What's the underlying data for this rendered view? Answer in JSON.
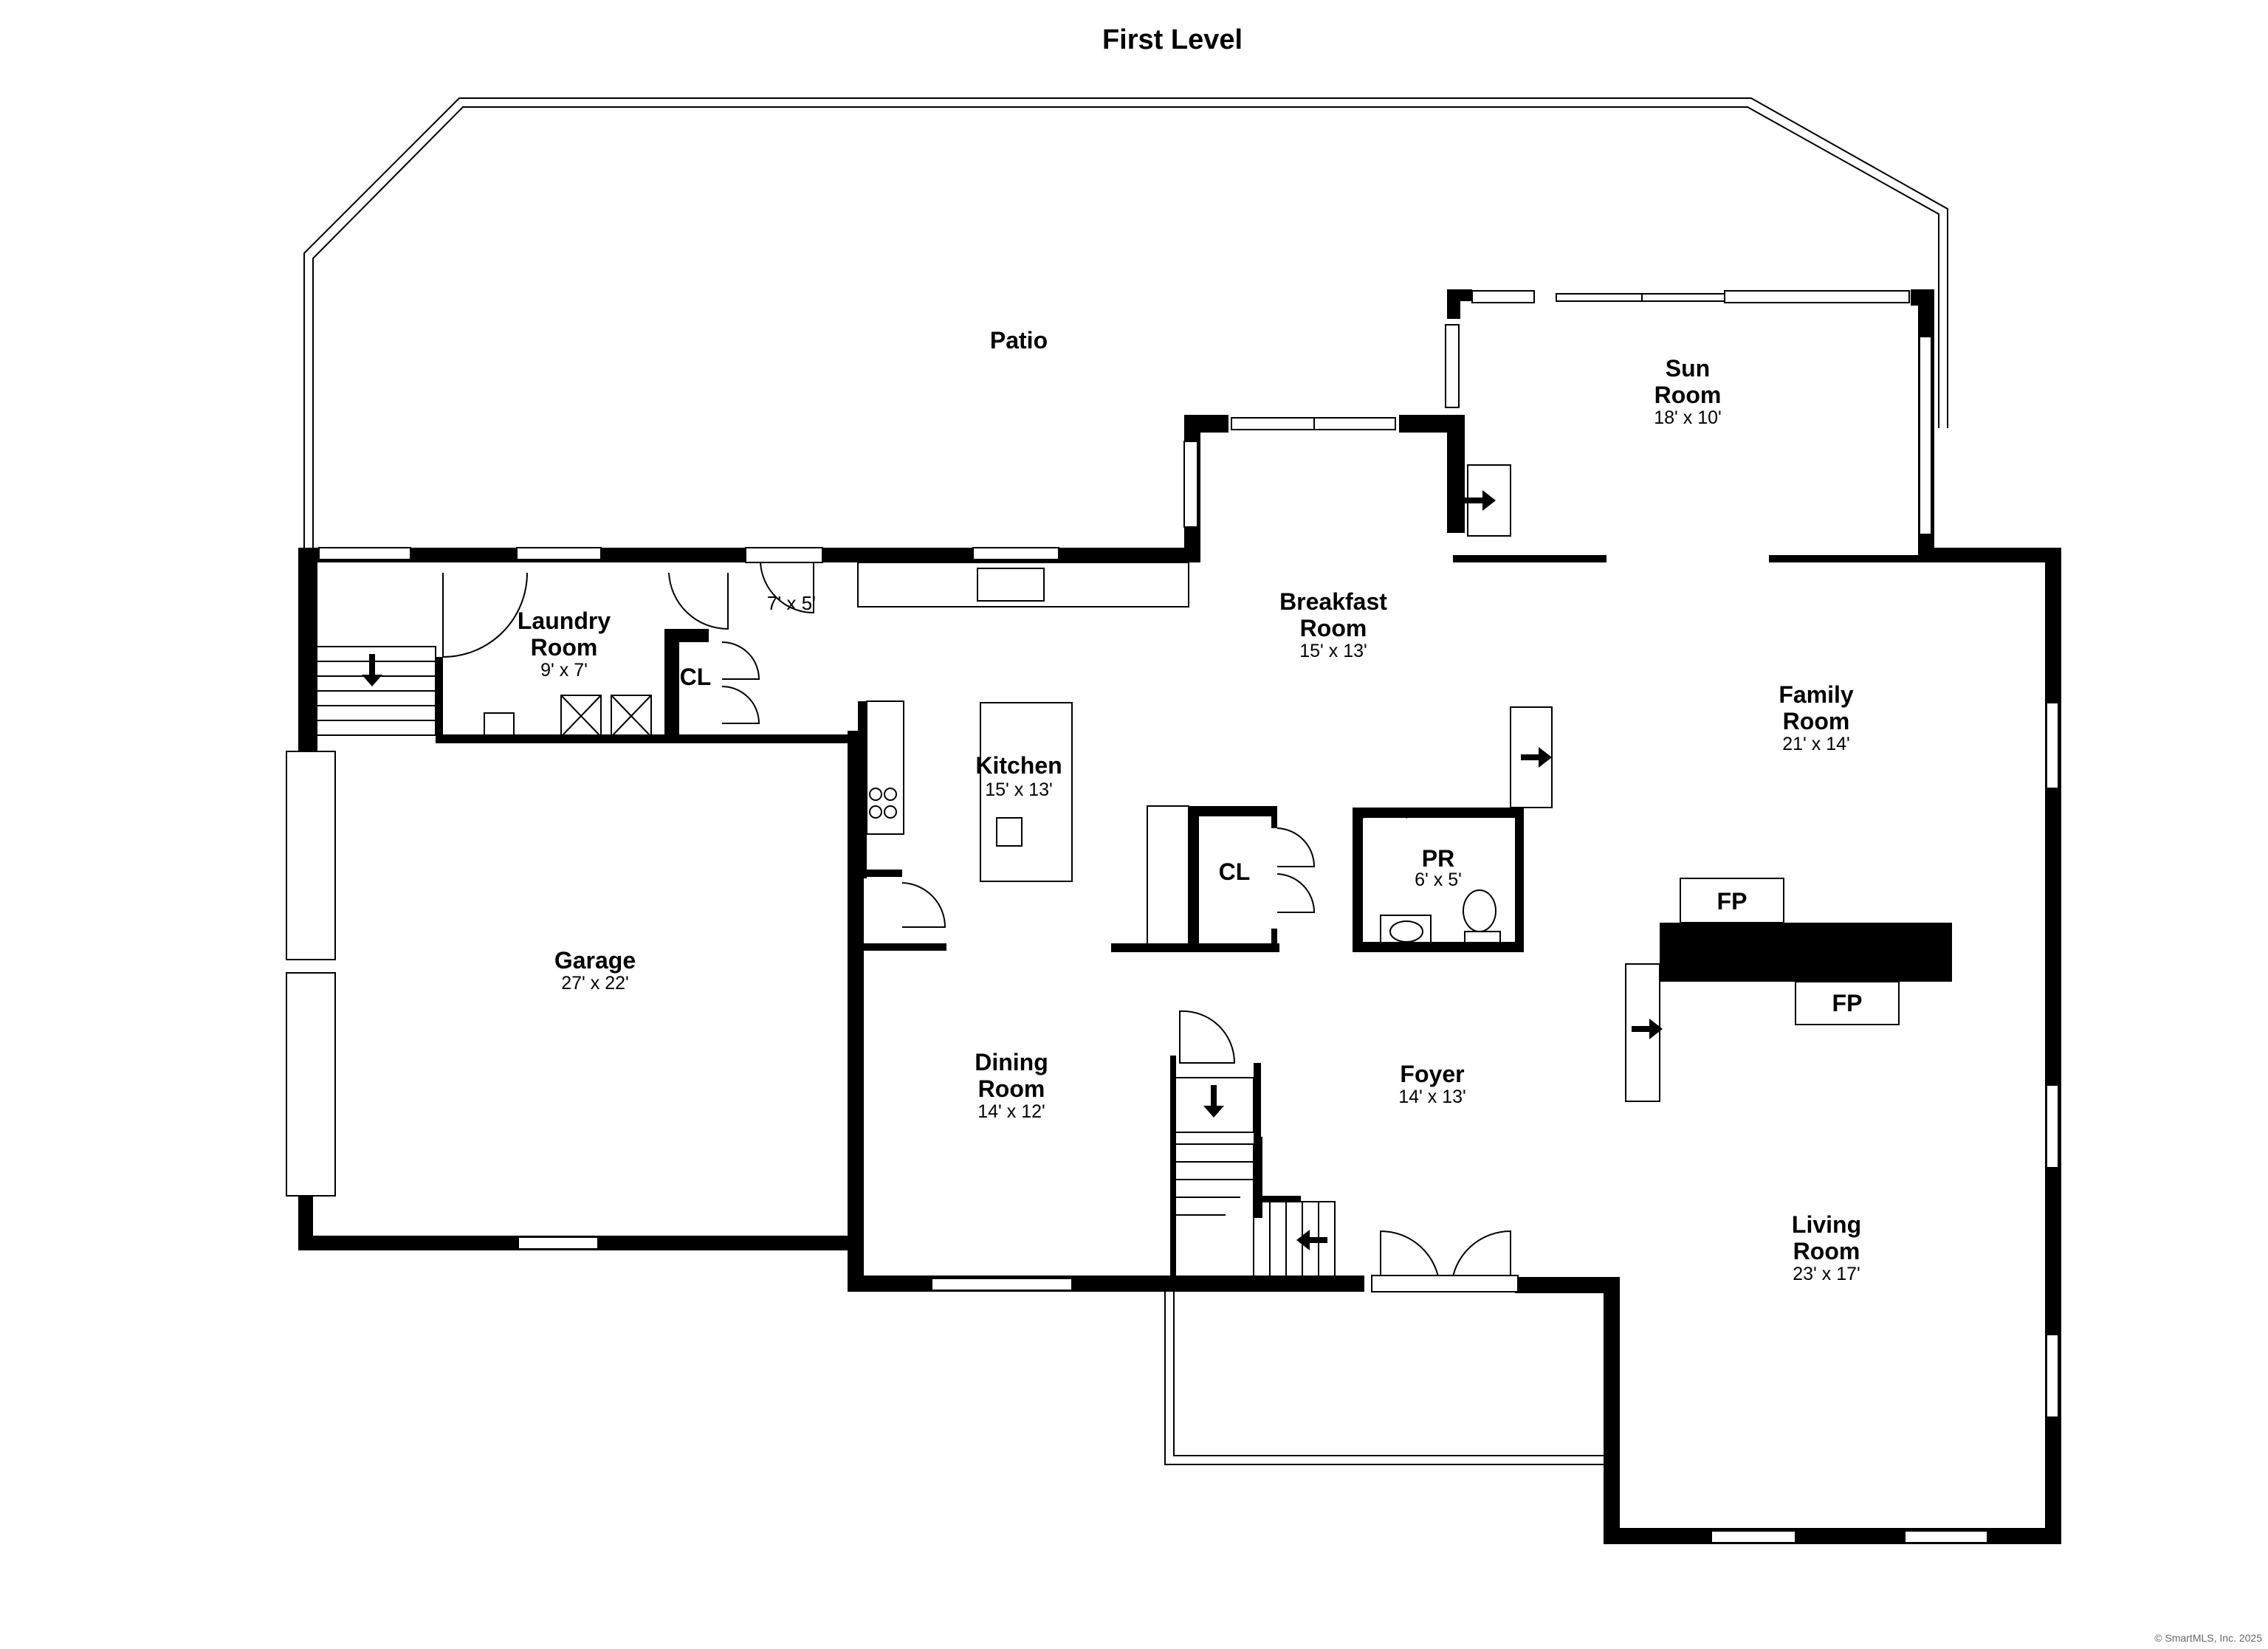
{
  "title": "First Level",
  "credit": "© SmartMLS, Inc. 2025",
  "rooms": {
    "patio": {
      "name": "Patio"
    },
    "sun": {
      "name1": "Sun",
      "name2": "Room",
      "dim": "18' x 10'"
    },
    "breakfast": {
      "name1": "Breakfast",
      "name2": "Room",
      "dim": "15' x 13'"
    },
    "family": {
      "name1": "Family",
      "name2": "Room",
      "dim": "21' x 14'"
    },
    "laundry": {
      "name1": "Laundry",
      "name2": "Room",
      "dim": "9' x 7'"
    },
    "mud": {
      "dim": "7' x 5'"
    },
    "cl1": {
      "name": "CL"
    },
    "kitchen": {
      "name": "Kitchen",
      "dim": "15' x 13'"
    },
    "cl2": {
      "name": "CL"
    },
    "pr": {
      "name": "PR",
      "dim": "6' x 5'"
    },
    "garage": {
      "name": "Garage",
      "dim": "27' x 22'"
    },
    "dining": {
      "name1": "Dining",
      "name2": "Room",
      "dim": "14' x 12'"
    },
    "foyer": {
      "name": "Foyer",
      "dim": "14' x 13'"
    },
    "living": {
      "name1": "Living",
      "name2": "Room",
      "dim": "23' x 17'"
    }
  },
  "fireplaces": [
    "FP",
    "FP"
  ]
}
